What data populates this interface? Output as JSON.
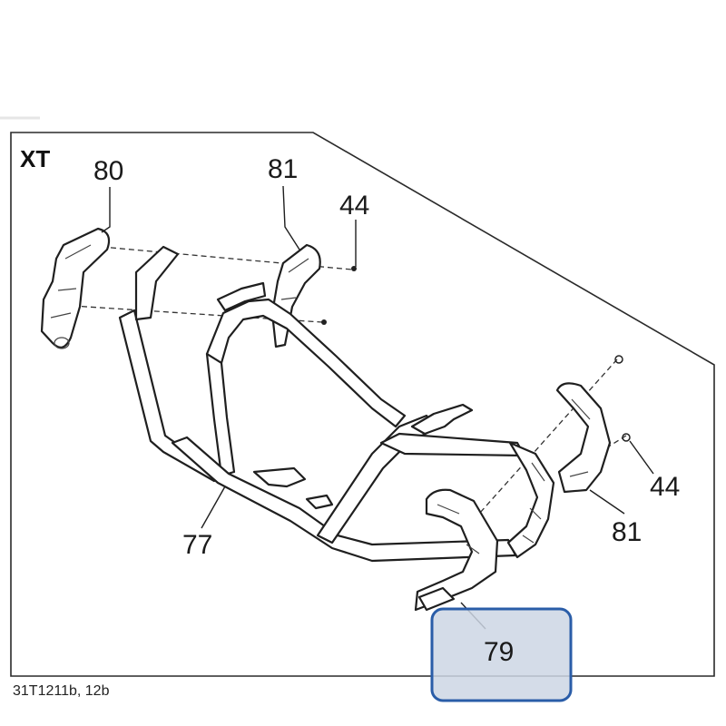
{
  "diagram": {
    "variant_tag": "XT",
    "reference": "31T1211b, 12b",
    "highlight_color": "#2a5da8",
    "highlight_fill": "#cdd6e4",
    "callouts": {
      "c80": "80",
      "c81_top": "81",
      "c44_top": "44",
      "c44_right": "44",
      "c81_right": "81",
      "c77": "77",
      "c79": "79"
    }
  }
}
